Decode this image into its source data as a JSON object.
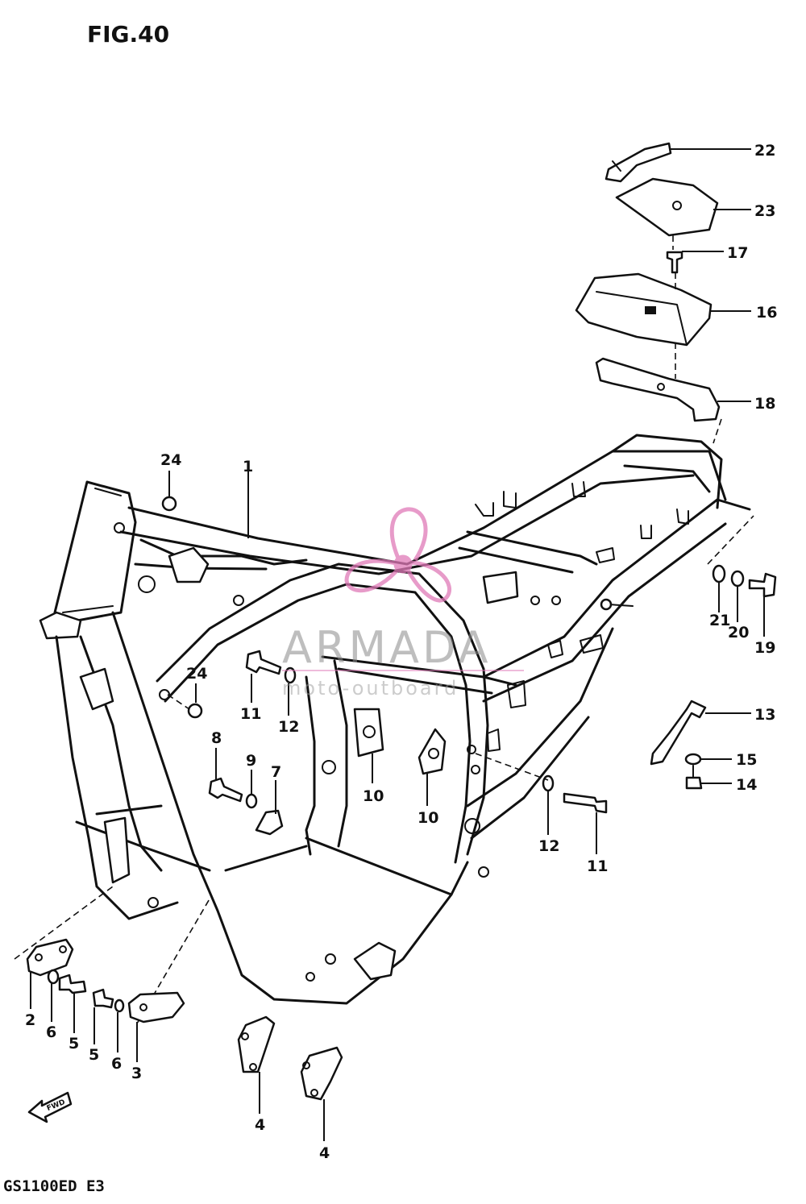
{
  "figure": {
    "title": "FIG.40",
    "model": "GS1100ED E3"
  },
  "watermark": {
    "main": "ARMADA",
    "sub": "moto-outboard",
    "color": "#e07ab8"
  },
  "fwd_arrow": "FWD",
  "callouts": {
    "c1": "1",
    "c2": "2",
    "c3": "3",
    "c4a": "4",
    "c4b": "4",
    "c5a": "5",
    "c5b": "5",
    "c6a": "6",
    "c6b": "6",
    "c7": "7",
    "c8": "8",
    "c9": "9",
    "c10a": "10",
    "c10b": "10",
    "c11a": "11",
    "c11b": "11",
    "c12a": "12",
    "c12b": "12",
    "c13": "13",
    "c14": "14",
    "c15": "15",
    "c16": "16",
    "c17": "17",
    "c18": "18",
    "c19": "19",
    "c20": "20",
    "c21": "21",
    "c22": "22",
    "c23": "23",
    "c24a": "24",
    "c24b": "24"
  }
}
